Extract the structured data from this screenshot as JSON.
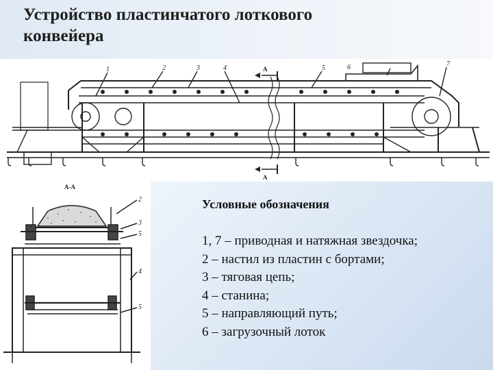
{
  "slide": {
    "title_line1": "Устройство пластинчатого лоткового",
    "title_line2": "конвейера"
  },
  "drawing_labels": {
    "top": [
      "1",
      "2",
      "3",
      "4",
      "5",
      "6",
      "7"
    ],
    "section_marker": "А",
    "section_title": "А-А",
    "section": [
      "2",
      "3",
      "5",
      "4",
      "5"
    ]
  },
  "legend": {
    "heading": "Условные обозначения",
    "items": [
      "1, 7 – приводная и натяжная звездочка;",
      "2 – настил из пластин с бортами;",
      "3 – тяговая цепь;",
      "4 – станина;",
      "5 – направляющий путь;",
      "6 – загрузочный лоток"
    ]
  }
}
